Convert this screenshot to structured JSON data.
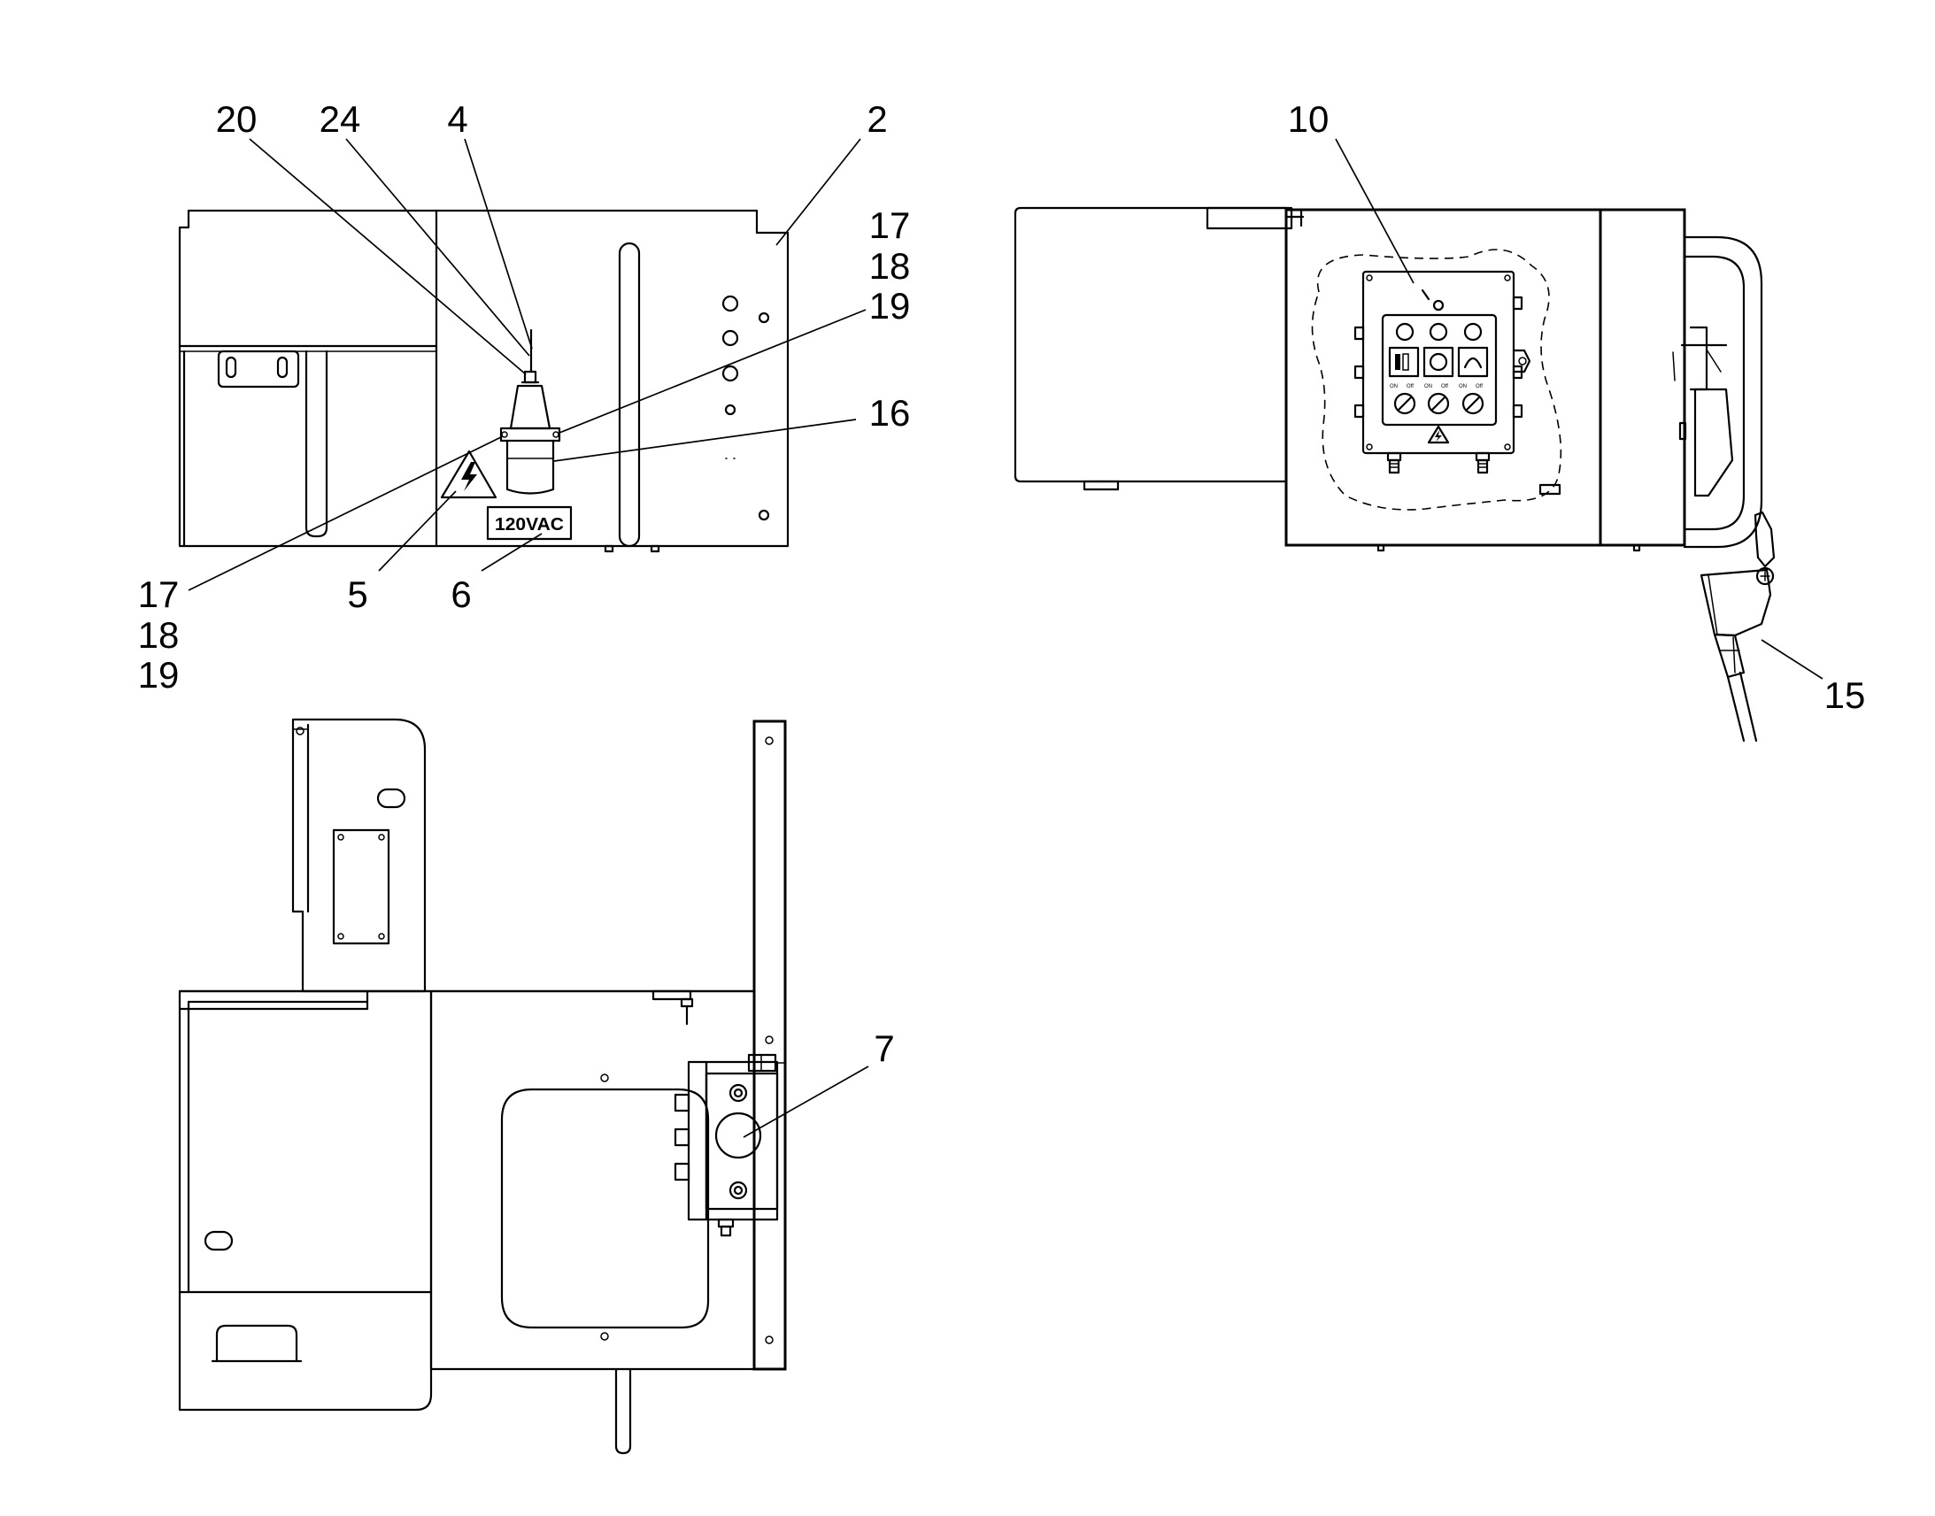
{
  "callouts": {
    "c20": "20",
    "c24": "24",
    "c4": "4",
    "c2": "2",
    "c17a": "17",
    "c18a": "18",
    "c19a": "19",
    "c16": "16",
    "c17b": "17",
    "c18b": "18",
    "c19b": "19",
    "c5": "5",
    "c6": "6",
    "c10": "10",
    "c15": "15",
    "c7": "7"
  },
  "labels": {
    "voltage_plate": "120VAC",
    "switch_on": "ON",
    "switch_off": "Off"
  },
  "icons": {
    "warning": "high-voltage-warning-icon",
    "bolt": "lightning-bolt-icon"
  },
  "colors": {
    "line": "#000000",
    "background": "#ffffff"
  }
}
